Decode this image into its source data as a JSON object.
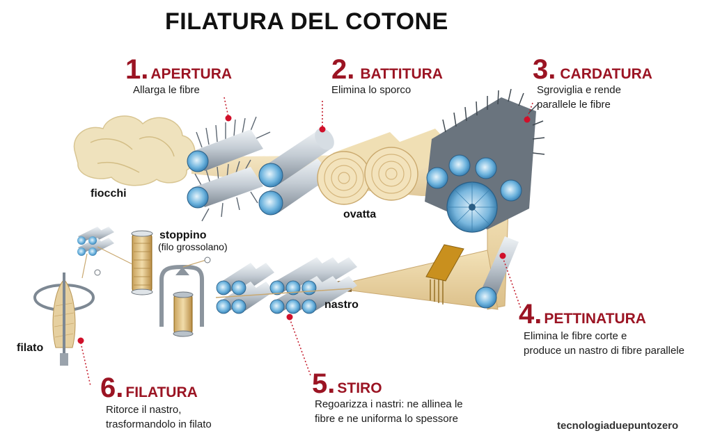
{
  "title": "FILATURA DEL COTONE",
  "steps": [
    {
      "number": "1",
      "name": "APERTURA",
      "description": "Allarga le fibre"
    },
    {
      "number": "2",
      "name": "BATTITURA",
      "description": "Elimina lo sporco"
    },
    {
      "number": "3",
      "name": "CARDATURA",
      "description_lines": [
        "Sgroviglia e rende",
        "parallele le fibre"
      ]
    },
    {
      "number": "4",
      "name": "PETTINATURA",
      "description_lines": [
        "Elimina le fibre corte e",
        "produce un nastro di fibre parallele"
      ]
    },
    {
      "number": "5",
      "name": "STIRO",
      "description_lines": [
        "Regoarizza i nastri: ne allinea le",
        "fibre e ne uniforma lo spessore"
      ]
    },
    {
      "number": "6",
      "name": "FILATURA",
      "description_lines": [
        "Ritorce il nastro,",
        "trasformandolo in filato"
      ]
    }
  ],
  "labels": {
    "fiocchi": "fiocchi",
    "ovatta": "ovatta",
    "stoppino": "stoppino",
    "stoppino_note": "(filo grossolano)",
    "nastro": "nastro",
    "filato": "filato"
  },
  "watermark": "tecnologiaduepuntozero",
  "colors": {
    "accent_red": "#9b1423",
    "marker_red": "#d0102a",
    "roller_gray": "#b8c2cc",
    "roller_end_blue": "#5fa6d4",
    "fabric_tan": "#e9d3a1",
    "cotton_cream": "#efe2bd"
  }
}
